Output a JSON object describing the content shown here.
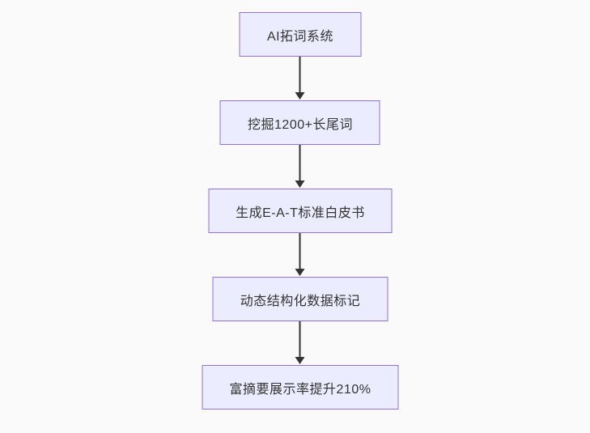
{
  "flowchart": {
    "type": "flowchart-top-down",
    "colors": {
      "background": "#fafafa",
      "node_fill": "#ECECFF",
      "node_border": "#9370DB",
      "edge_line": "#333333",
      "text": "#333333"
    },
    "nodes": [
      {
        "id": "n1",
        "label": "AI拓词系统"
      },
      {
        "id": "n2",
        "label": "挖掘1200+长尾词"
      },
      {
        "id": "n3",
        "label": "生成E-A-T标准白皮书"
      },
      {
        "id": "n4",
        "label": "动态结构化数据标记"
      },
      {
        "id": "n5",
        "label": "富摘要展示率提升210%"
      }
    ],
    "edges": [
      {
        "from": "n1",
        "to": "n2",
        "style": "arrow-down"
      },
      {
        "from": "n2",
        "to": "n3",
        "style": "arrow-down"
      },
      {
        "from": "n3",
        "to": "n4",
        "style": "arrow-down"
      },
      {
        "from": "n4",
        "to": "n5",
        "style": "arrow-down"
      }
    ]
  }
}
